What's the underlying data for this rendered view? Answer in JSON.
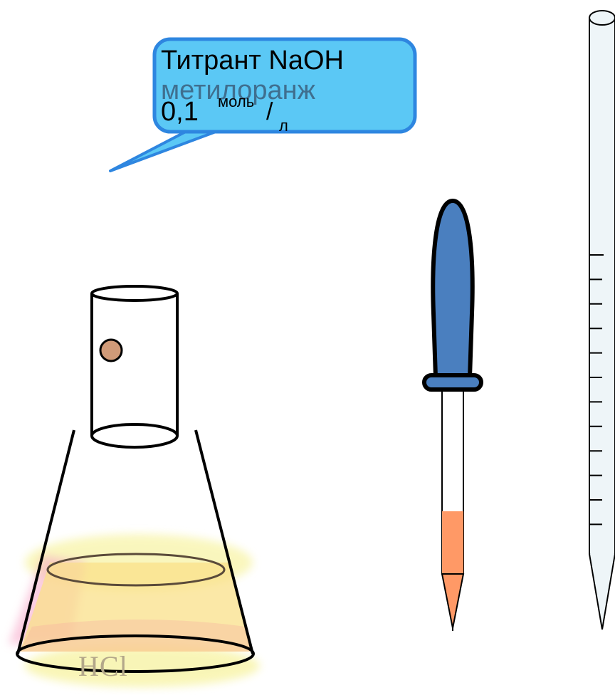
{
  "callout": {
    "title": "Титрант NaOH",
    "indicator": "метилоранж",
    "concentration_value": "0,1",
    "unit_numerator": "моль",
    "unit_slash": "/",
    "unit_denominator": "л",
    "fill_color": "#5bc8f5",
    "border_color": "#2e86e0"
  },
  "flask": {
    "label": "HCl",
    "solution_color": "#f9e08a",
    "glow_color": "#f5f088"
  },
  "dropper": {
    "bulb_color": "#4a7fbf",
    "liquid_color": "#ff9966"
  },
  "colors": {
    "indicator_drop": "#d09a78",
    "outline": "#000000"
  }
}
